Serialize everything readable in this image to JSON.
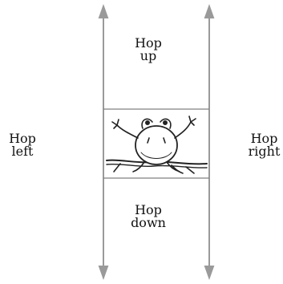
{
  "labels": {
    "up": [
      "Hop",
      "up"
    ],
    "down": [
      "Hop",
      "down"
    ],
    "left": [
      "Hop",
      "left"
    ],
    "right": [
      "Hop",
      "right"
    ]
  },
  "colors": {
    "arrow": "#9a9a9a",
    "box_line": "#808080",
    "text": "#111111",
    "frog_outline": "#222222"
  },
  "icons": {
    "frog": "frog-icon"
  }
}
